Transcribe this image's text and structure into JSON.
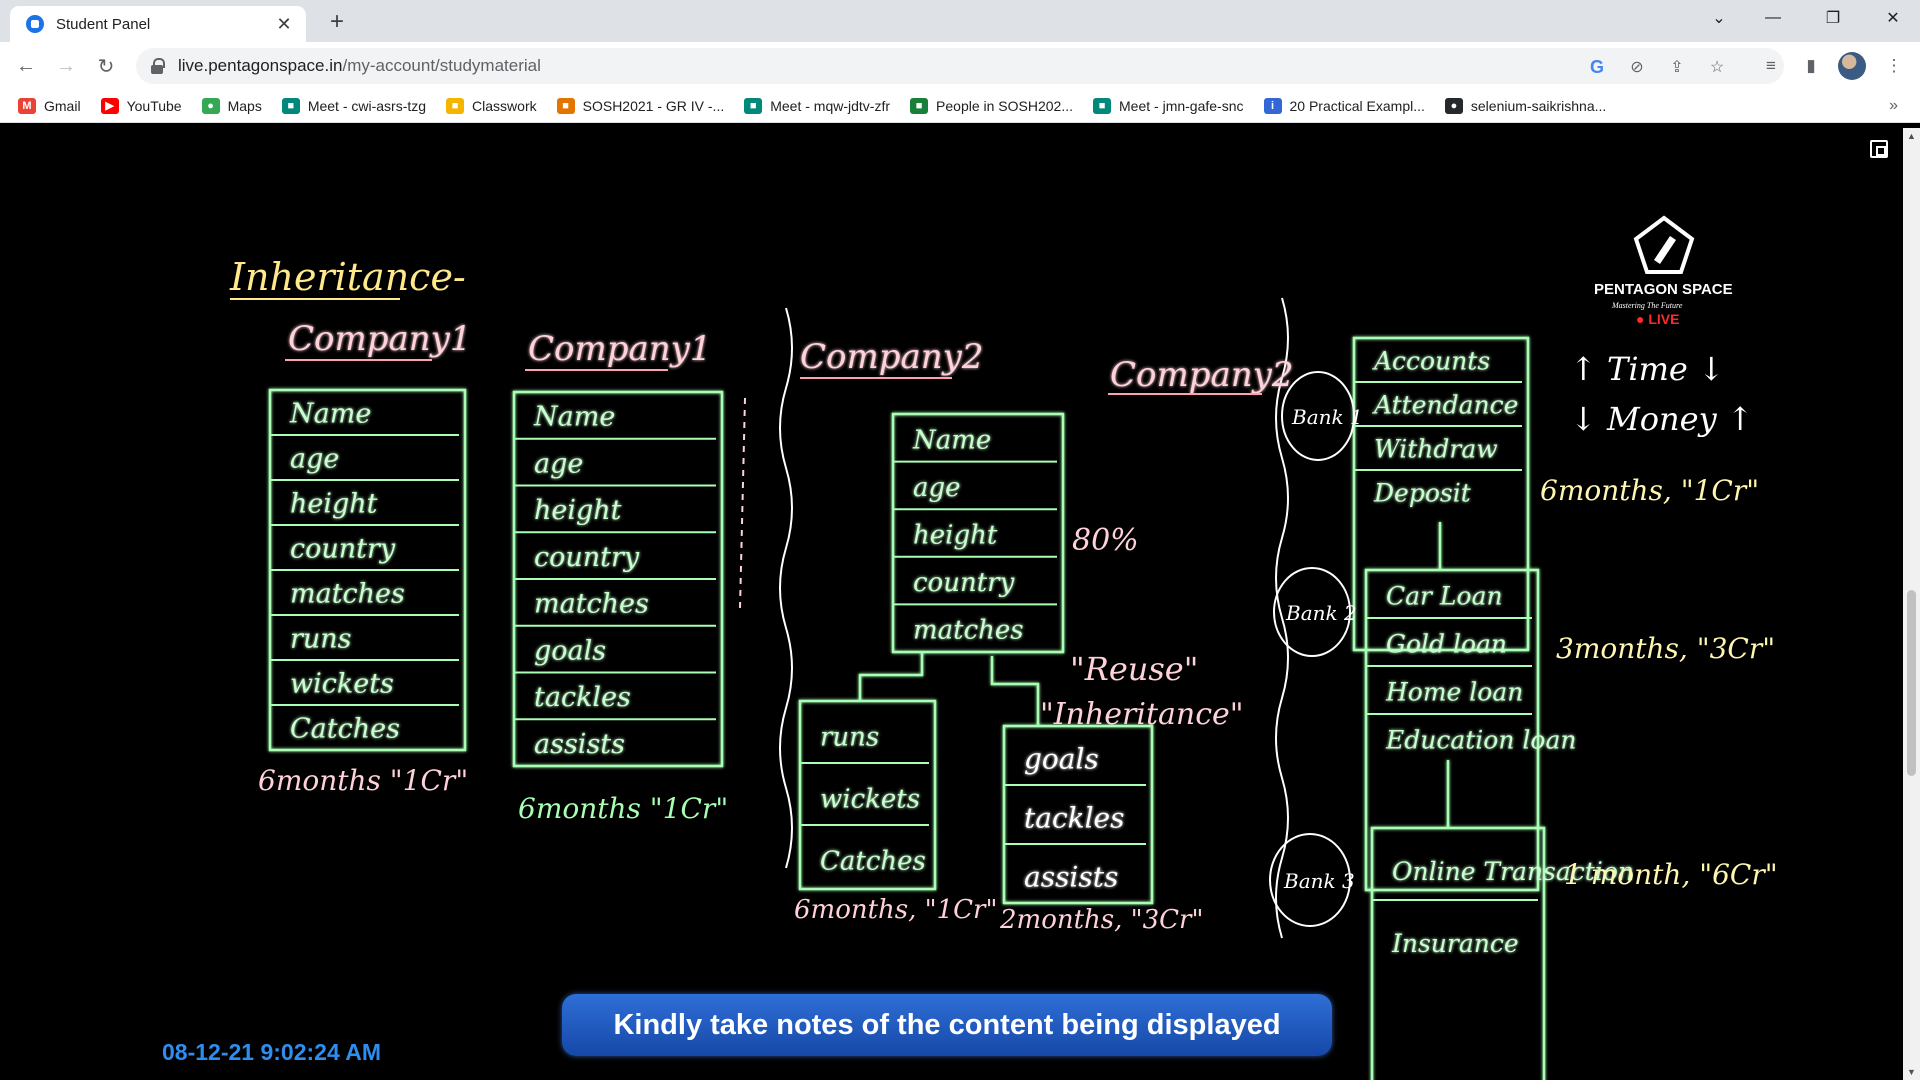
{
  "browser": {
    "tab_title": "Student Panel",
    "url_host": "live.pentagonspace.in",
    "url_path": "/my-account/studymaterial",
    "bookmarks": [
      {
        "label": "Gmail",
        "icon": "gmail-icon",
        "color": "#ea4335",
        "glyph": "M"
      },
      {
        "label": "YouTube",
        "icon": "youtube-icon",
        "color": "#ff0000",
        "glyph": "▶"
      },
      {
        "label": "Maps",
        "icon": "maps-icon",
        "color": "#34a853",
        "glyph": "●"
      },
      {
        "label": "Meet - cwi-asrs-tzg",
        "icon": "meet-icon",
        "color": "#00897b",
        "glyph": "■"
      },
      {
        "label": "Classwork",
        "icon": "classroom-icon",
        "color": "#f4b400",
        "glyph": "■"
      },
      {
        "label": "SOSH2021 - GR IV -...",
        "icon": "classroom-icon",
        "color": "#e37400",
        "glyph": "■"
      },
      {
        "label": "Meet - mqw-jdtv-zfr",
        "icon": "meet-icon",
        "color": "#00897b",
        "glyph": "■"
      },
      {
        "label": "People in SOSH202...",
        "icon": "classroom-icon",
        "color": "#188038",
        "glyph": "■"
      },
      {
        "label": "Meet - jmn-gafe-snc",
        "icon": "meet-icon",
        "color": "#00897b",
        "glyph": "■"
      },
      {
        "label": "20 Practical Exampl...",
        "icon": "page-icon",
        "color": "#3367d6",
        "glyph": "i"
      },
      {
        "label": "selenium-saikrishna...",
        "icon": "github-icon",
        "color": "#24292e",
        "glyph": "●"
      }
    ],
    "more_bookmarks": "»"
  },
  "video": {
    "banner_text": "Kindly take notes of the content being displayed",
    "timestamp": "08-12-21 9:02:24 AM",
    "logo_name": "PENTAGON SPACE",
    "logo_tagline": "Mastering The Future",
    "live_label": "● LIVE"
  },
  "board": {
    "heading": "Inheritance-",
    "col1": {
      "title": "Company1",
      "rows": [
        "Name",
        "age",
        "height",
        "country",
        "matches",
        "runs",
        "wickets",
        "Catches"
      ],
      "note": "6months \"1Cr\""
    },
    "col2": {
      "title": "Company1",
      "rows": [
        "Name",
        "age",
        "height",
        "country",
        "matches",
        "goals",
        "tackles",
        "assists"
      ],
      "note": "6months \"1Cr\""
    },
    "col3": {
      "title": "Company2",
      "base_rows": [
        "Name",
        "age",
        "height",
        "country",
        "matches"
      ],
      "percent": "80%",
      "reuse": "\"Reuse\"",
      "inherit": "\"Inheritance\"",
      "left_rows": [
        "runs",
        "wickets",
        "Catches"
      ],
      "left_note": "6months, \"1Cr\"",
      "right_rows": [
        "goals",
        "tackles",
        "assists"
      ],
      "right_note": "2months, \"3Cr\""
    },
    "col4": {
      "title": "Company2",
      "bank1": "Bank 1",
      "bank2": "Bank 2",
      "bank3": "Bank 3",
      "top_rows": [
        "Accounts",
        "Attendance",
        "Withdraw",
        "Deposit"
      ],
      "mid_rows": [
        "Car Loan",
        "Gold loan",
        "Home loan",
        "Education loan"
      ],
      "bot_rows": [
        "Online Transaction",
        "Insurance"
      ],
      "time_label": "↑ Time ↓",
      "money_label": "↓ Money ↑",
      "note1": "6months, \"1Cr\"",
      "note2": "3months, \"3Cr\"",
      "note3": "1 month, \"6Cr\""
    }
  }
}
